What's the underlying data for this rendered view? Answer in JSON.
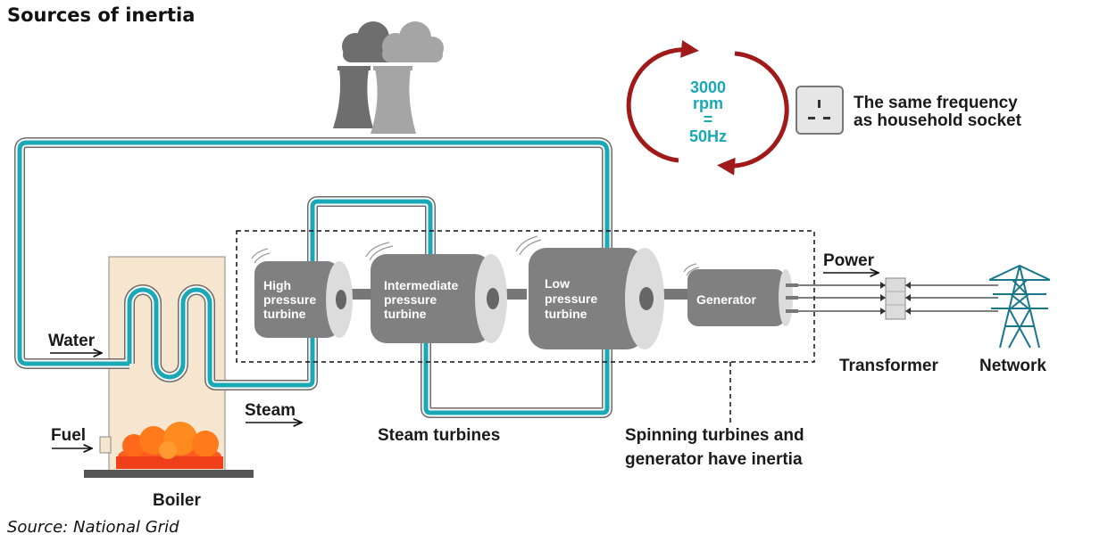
{
  "title": "Sources of inertia",
  "source": "Source: National Grid",
  "labels": {
    "water": "Water",
    "fuel": "Fuel",
    "boiler": "Boiler",
    "steam": "Steam",
    "steam_turbines": "Steam turbines",
    "inertia_line1": "Spinning turbines and",
    "inertia_line2": "generator have inertia",
    "power": "Power",
    "transformer": "Transformer",
    "network": "Network",
    "socket_line1": "The same frequency",
    "socket_line2": "as household socket"
  },
  "rpm": {
    "line1": "3000",
    "line2": "rpm",
    "line3": "=",
    "line4": "50Hz"
  },
  "turbines": {
    "high": [
      "High",
      "pressure",
      "turbine"
    ],
    "intermediate": [
      "Intermediate",
      "pressure",
      "turbine"
    ],
    "low": [
      "Low",
      "pressure",
      "turbine"
    ],
    "generator": "Generator"
  },
  "colors": {
    "pipe": "#19a8b5",
    "rotation_arrow": "#a01a1a",
    "boiler_fill": "#f6e6cf",
    "turbine_body": "#808080",
    "turbine_face": "#dcdcdc",
    "rpm_text": "#19a8b5"
  },
  "icons": [
    "cooling-towers-icon",
    "smoke-cloud-icon",
    "socket-icon",
    "rotation-arrow-icon",
    "flame-icon",
    "pylon-icon"
  ]
}
